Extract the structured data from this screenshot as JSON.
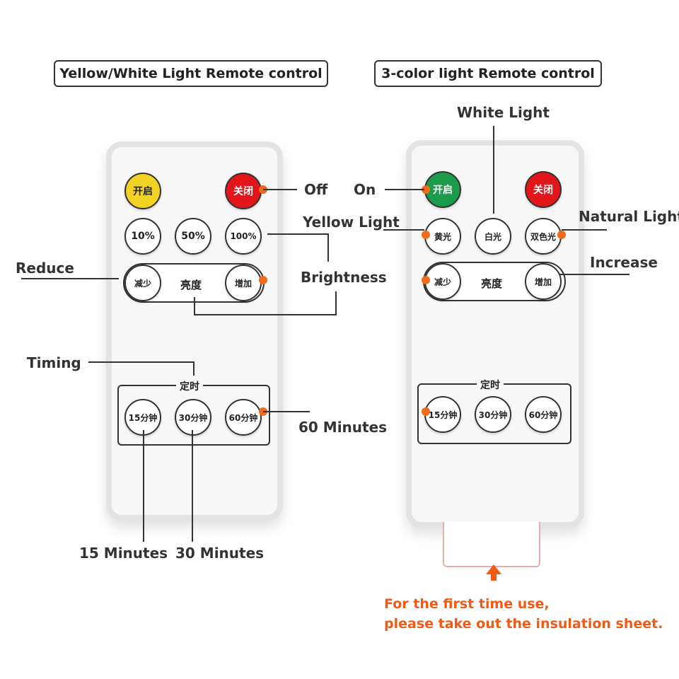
{
  "titles": {
    "left": "Yellow/White Light Remote control",
    "right": "3-color light Remote control"
  },
  "left_remote": {
    "on_button": "开启",
    "off_button": "关闭",
    "brightness_10": "10%",
    "brightness_50": "50%",
    "brightness_100": "100%",
    "reduce_button": "减少",
    "brightness_text": "亮度",
    "increase_button": "增加",
    "timer_group": "定时",
    "timer_15": "15分钟",
    "timer_30": "30分钟",
    "timer_60": "60分钟"
  },
  "right_remote": {
    "on_button": "开启",
    "off_button": "关闭",
    "yellow_button": "黄光",
    "white_button": "白光",
    "dual_button": "双色光",
    "reduce_button": "减少",
    "brightness_text": "亮度",
    "increase_button": "增加",
    "timer_group": "定时",
    "timer_15": "15分钟",
    "timer_30": "30分钟",
    "timer_60": "60分钟"
  },
  "callouts": {
    "off": "Off",
    "on": "On",
    "yellow_light": "Yellow  Light",
    "brightness": "Brightness",
    "reduce": "Reduce",
    "timing": "Timing",
    "sixty_minutes": "60 Minutes",
    "fifteen_minutes": "15 Minutes",
    "thirty_minutes": "30 Minutes",
    "white_light": "White Light",
    "natural_light": "Natural Light",
    "increase": "Increase"
  },
  "note": {
    "line1": "For the first time use,",
    "line2": "please take out the insulation sheet."
  },
  "colors": {
    "accent": "#f05a14",
    "yellow_button": "#f2d224",
    "red_button": "#e2151b",
    "green_button": "#1c9c4a"
  }
}
